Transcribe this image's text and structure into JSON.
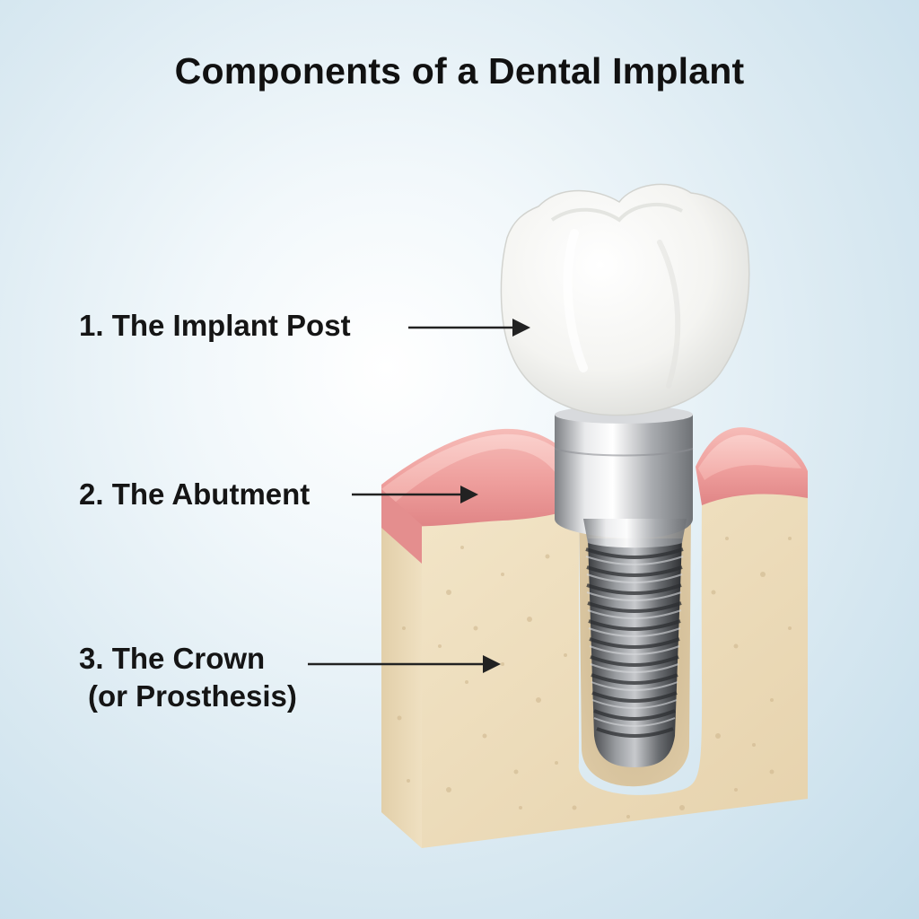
{
  "title": "Components of a Dental Implant",
  "labels": [
    {
      "number": "1.",
      "text": "The Implant Post",
      "line2": ""
    },
    {
      "number": "2.",
      "text": "The Abutment",
      "line2": ""
    },
    {
      "number": "3.",
      "text": "The Crown",
      "line2": "(or Prosthesis)"
    }
  ],
  "colors": {
    "background": "#dbeaf2",
    "bone": "#ecdcbc",
    "gum": "#ec9c9c",
    "metal": "#b5b7ba",
    "screw": "#6c6f73",
    "tooth": "#f7f7f5",
    "text": "#151515"
  }
}
